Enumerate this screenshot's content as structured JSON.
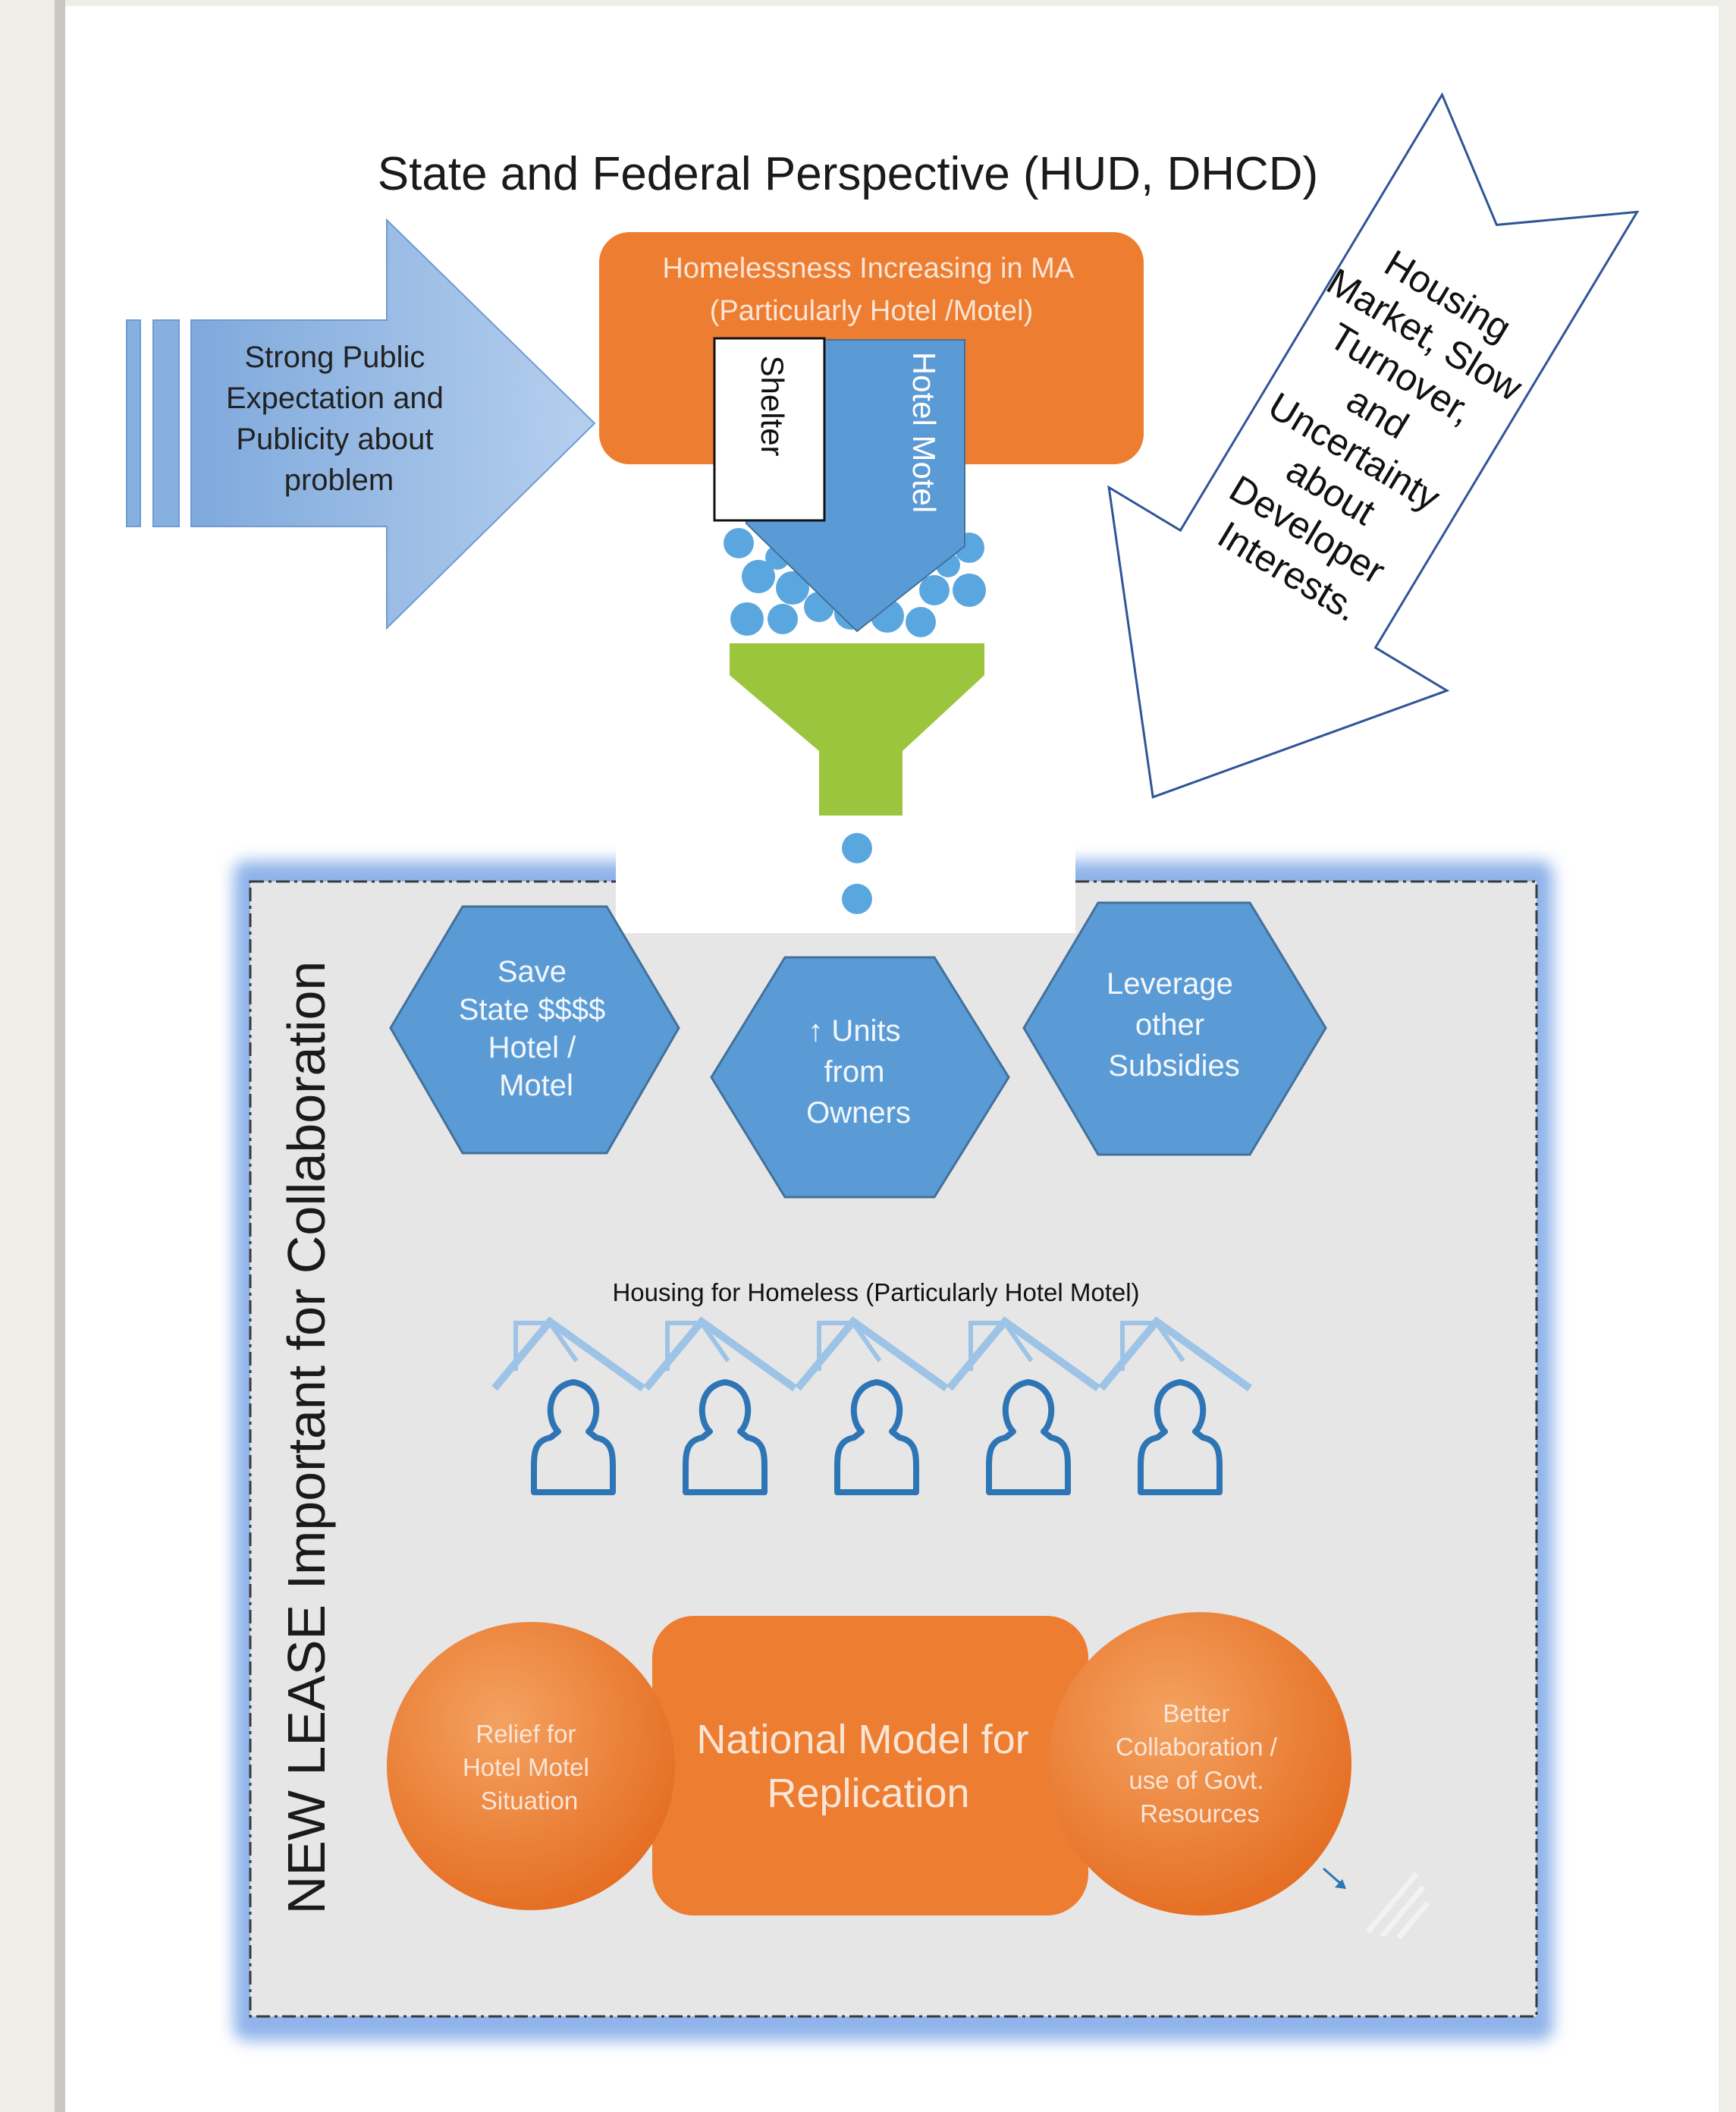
{
  "title": "State and Federal Perspective (HUD, DHCD)",
  "left_arrow": {
    "lines": [
      "Strong Public",
      "Expectation and",
      "Publicity about",
      "problem"
    ]
  },
  "top_box": {
    "lines": [
      "Homelessness Increasing in MA",
      "(Particularly Hotel /Motel)"
    ]
  },
  "shelter_label": "Shelter",
  "hotel_motel_label": "Hotel Motel",
  "right_arrow": {
    "lines": [
      "Housing",
      "Market, Slow",
      "Turnover,",
      "and",
      "Uncertainty",
      "about",
      "Developer",
      "Interests."
    ]
  },
  "frame_label": "NEW LEASE Important for Collaboration",
  "hexagons": [
    {
      "lines": [
        "Save",
        "State $$$$",
        "Hotel /",
        "Motel"
      ]
    },
    {
      "lines": [
        "↑ Units",
        "from",
        "Owners"
      ]
    },
    {
      "lines": [
        "Leverage",
        "other",
        "Subsidies"
      ]
    }
  ],
  "housing": {
    "caption": "Housing for Homeless (Particularly Hotel Motel)",
    "count": 5
  },
  "bottom": {
    "left_circle": [
      "Relief for",
      "Hotel Motel",
      "Situation"
    ],
    "center": [
      "National Model for",
      "Replication"
    ],
    "right_circle": [
      "Better",
      "Collaboration /",
      "use of Govt.",
      "Resources"
    ]
  },
  "colors": {
    "orange": "#ed7d31",
    "blue": "#5b9bd5",
    "light_blue": "#9dc3e6",
    "green": "#9bc53d",
    "frame_bg": "#e7e6e6",
    "icon_blue": "#2e75b6",
    "roof_blue": "#9dc3e6"
  }
}
